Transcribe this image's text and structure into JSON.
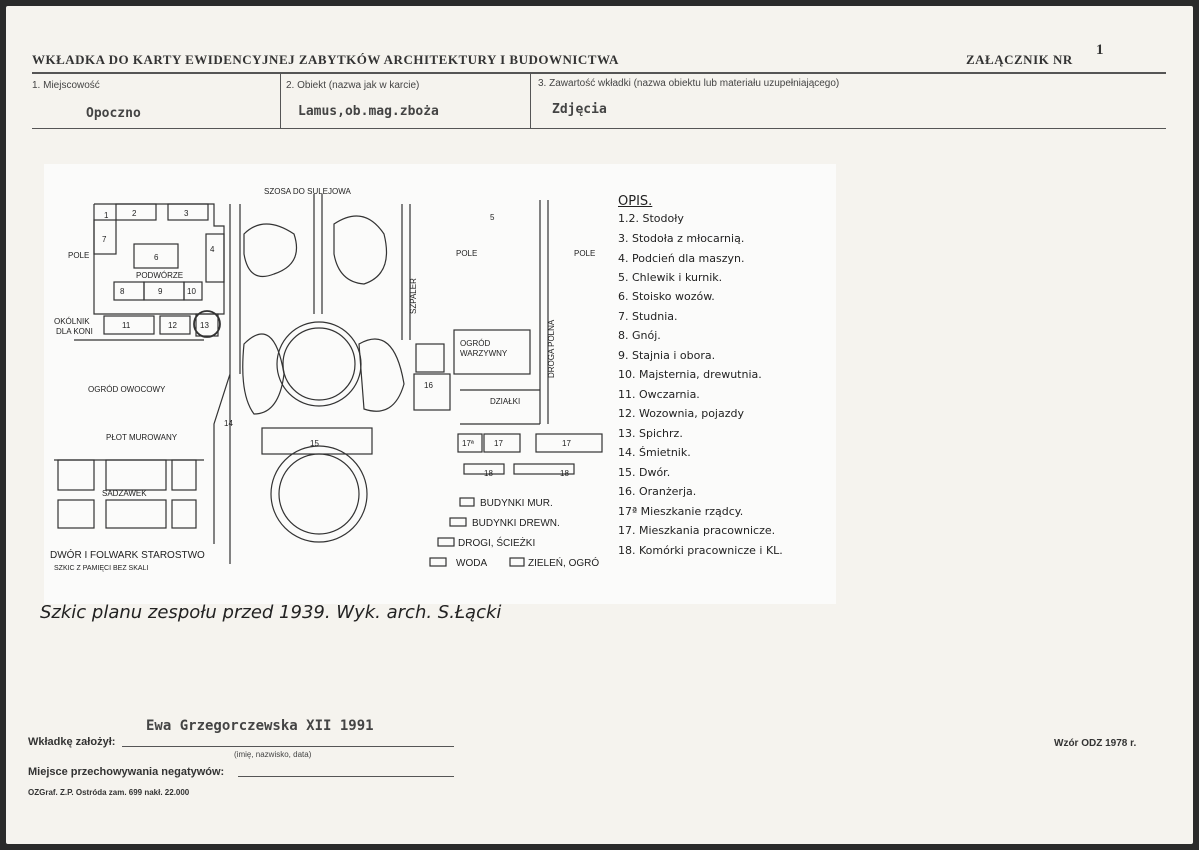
{
  "header": {
    "title": "WKŁADKA DO KARTY EWIDENCYJNEJ ZABYTKÓW ARCHITEKTURY I BUDOWNICTWA",
    "attachment_label": "ZAŁĄCZNIK NR",
    "attachment_no": "1"
  },
  "fields": {
    "f1_label": "1. Miejscowość",
    "f1_value": "Opoczno",
    "f2_label": "2. Obiekt (nazwa jak w karcie)",
    "f2_value": "Lamus,ob.mag.zboża",
    "f3_label": "3. Zawartość wkładki (nazwa obiektu lub materiału uzupełniającego)",
    "f3_value": "Zdjęcia"
  },
  "plan": {
    "top_road": "SZOSA DO SULEJOWA",
    "pole_left": "POLE",
    "pole_mid": "POLE",
    "pole_right": "POLE",
    "podworze": "PODWÓRZE",
    "okolnik": "OKÓLNIK",
    "dla_koni": "DLA KONI",
    "ogrod_owocowy": "OGRÓD OWOCOWY",
    "plot": "PŁOT MUROWANY",
    "ogrod_warzywny_1": "OGRÓD",
    "ogrod_warzywny_2": "WARZYWNY",
    "droga_polna": "DROGA POLNA",
    "szpaler": "SZPALER",
    "dzialki": "DZIAŁKI",
    "sadzawek": "SADZAWEK",
    "caption_1": "DWÓR I FOLWARK STAROSTWO",
    "caption_2": "SZKIC Z PAMIĘCI BEZ SKALI",
    "num_1": "1",
    "num_2": "2",
    "num_3": "3",
    "num_4": "4",
    "num_5": "5",
    "num_6": "6",
    "num_7": "7",
    "num_8": "8",
    "num_9": "9",
    "num_10": "10",
    "num_11": "11",
    "num_12": "12",
    "num_13": "13",
    "num_14": "14",
    "num_15": "15",
    "num_16": "16",
    "num_17a": "17ª",
    "num_17b": "17",
    "num_17c": "17",
    "num_18a": "18",
    "num_18b": "18",
    "legend": [
      "BUDYNKI MUR.",
      "BUDYNKI DREWN.",
      "DROGI, ŚCIEŻKI",
      "WODA",
      "ZIELEŃ, OGRÓ"
    ]
  },
  "opis": {
    "title": "OPIS.",
    "items": [
      "1.2.  Stodoły",
      "3.  Stodoła z młocarnią.",
      "4.  Podcień dla maszyn.",
      "5.  Chlewik i kurnik.",
      "6.  Stoisko wozów.",
      "7.  Studnia.",
      "8.  Gnój.",
      "9.  Stajnia i obora.",
      "10.  Majsternia, drewutnia.",
      "11.  Owczarnia.",
      "12.  Wozownia, pojazdy",
      "13.  Spichrz.",
      "14.  Śmietnik.",
      "15.  Dwór.",
      "16.  Oranżerja.",
      "17ª  Mieszkanie rządcy.",
      "17.  Mieszkania pracownicze.",
      "18.  Komórki pracownicze i KL."
    ]
  },
  "caption": "Szkic planu zespołu przed 1939. Wyk. arch. S.Łącki",
  "footer": {
    "prepared_label": "Wkładkę założył:",
    "prepared_value": "Ewa Grzegorczewska XII 1991",
    "prepared_hint": "(imię, nazwisko, data)",
    "negative_label": "Miejsce przechowywania negatywów:",
    "form_label": "Wzór ODZ 1978 r.",
    "printer": "OZGraf. Z.P. Ostróda zam. 699 nakł. 22.000"
  }
}
